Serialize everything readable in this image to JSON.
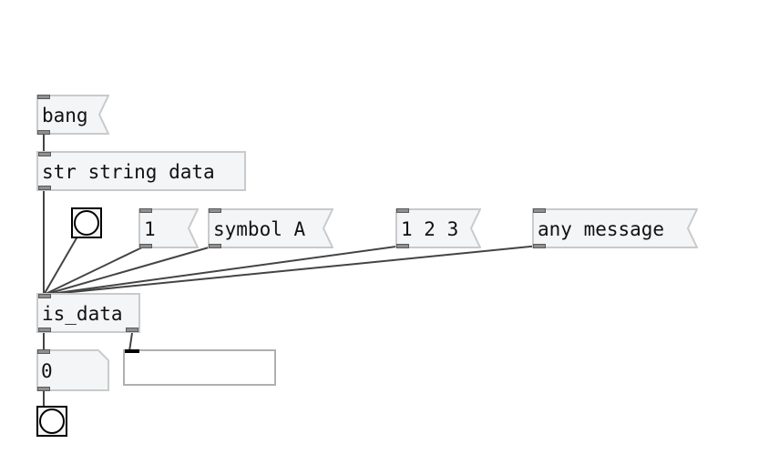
{
  "patch": {
    "messages": {
      "bang": "bang",
      "one": "1",
      "symbol_a": "symbol A",
      "one_two_three": "1 2 3",
      "any_message": "any message"
    },
    "objects": {
      "str": "str string data",
      "is_data": "is_data"
    },
    "number_box": {
      "value": "0"
    },
    "symbol_box": {
      "value": ""
    }
  },
  "colors": {
    "canvas": "#ffffff",
    "box_fill": "#f3f5f7",
    "box_border": "#c8cacc",
    "cord": "#444444",
    "iolet": "#8f8f8f",
    "bng_border": "#000000"
  }
}
